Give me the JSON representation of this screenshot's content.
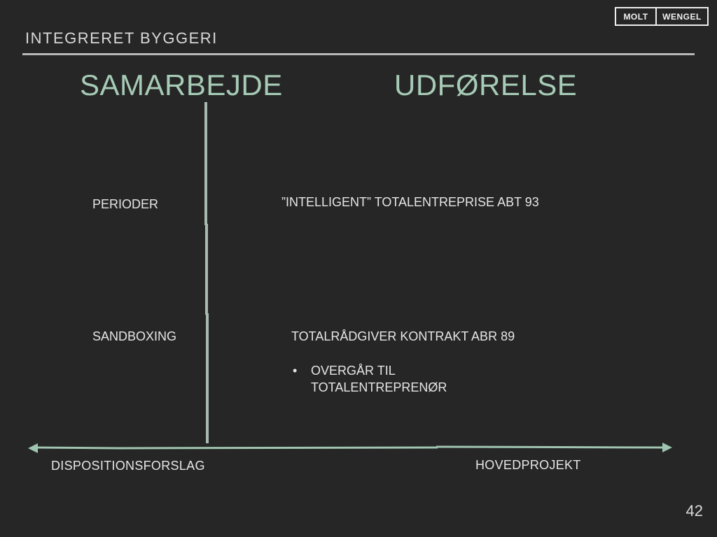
{
  "header": {
    "title": "INTEGRERET BYGGERI"
  },
  "logo": {
    "left_text": "MOLT",
    "right_text": "WENGEL"
  },
  "columns": {
    "left_heading": "SAMARBEJDE",
    "right_heading": "UDFØRELSE"
  },
  "rows": [
    {
      "left": "PERIODER",
      "right": "”INTELLIGENT” TOTALENTREPRISE ABT 93"
    },
    {
      "left": "SANDBOXING",
      "right": "TOTALRÅDGIVER KONTRAKT ABR 89"
    }
  ],
  "bullet": {
    "marker": "•",
    "text": "OVERGÅR TIL TOTALENTREPRENØR"
  },
  "timeline": {
    "left_label": "DISPOSITIONSFORSLAG",
    "right_label": "HOVEDPROJEKT"
  },
  "page_number": "42",
  "colors": {
    "background": "#262626",
    "accent_green": "#a6cbb6",
    "line_green": "#9fc4b0",
    "text": "#e6e6e6"
  }
}
